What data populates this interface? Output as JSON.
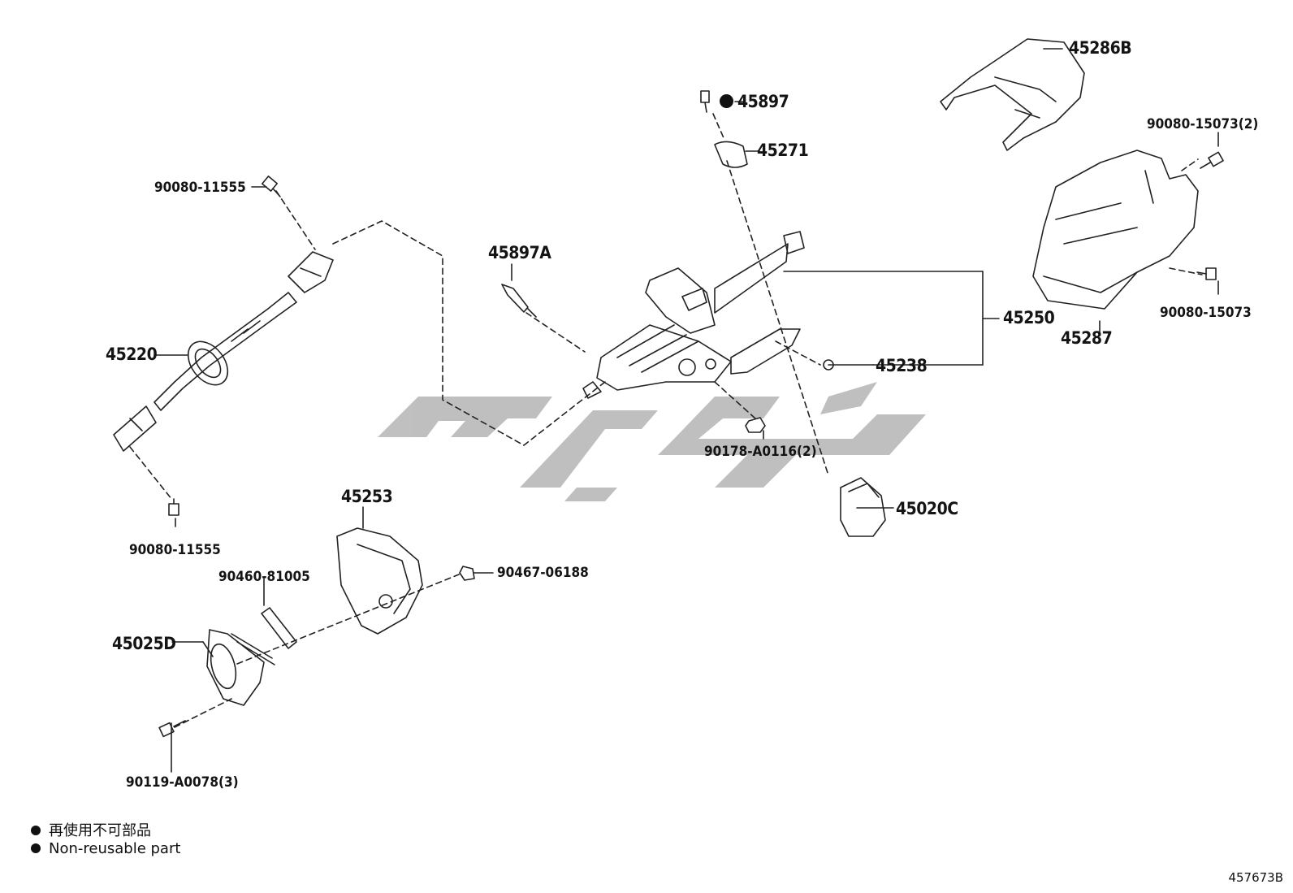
{
  "diagram_code": "457673B",
  "watermark_color": "#b5b5b5",
  "line_color": "#222222",
  "legend": {
    "line1": "再使用不可部品",
    "line2": "Non-reusable part"
  },
  "labels": {
    "p45286B": "45286B",
    "p45897": "45897",
    "p45271": "45271",
    "p90080_15073_2": "90080-15073(2)",
    "p90080_11555_top": "90080-11555",
    "p45897A": "45897A",
    "p45250": "45250",
    "p45287": "45287",
    "p90080_15073": "90080-15073",
    "p45220": "45220",
    "p45238": "45238",
    "p90178": "90178-A0116(2)",
    "p45020C": "45020C",
    "p45253": "45253",
    "p90080_11555_bot": "90080-11555",
    "p90467": "90467-06188",
    "p90460": "90460-81005",
    "p45025D": "45025D",
    "p90119": "90119-A0078(3)"
  }
}
